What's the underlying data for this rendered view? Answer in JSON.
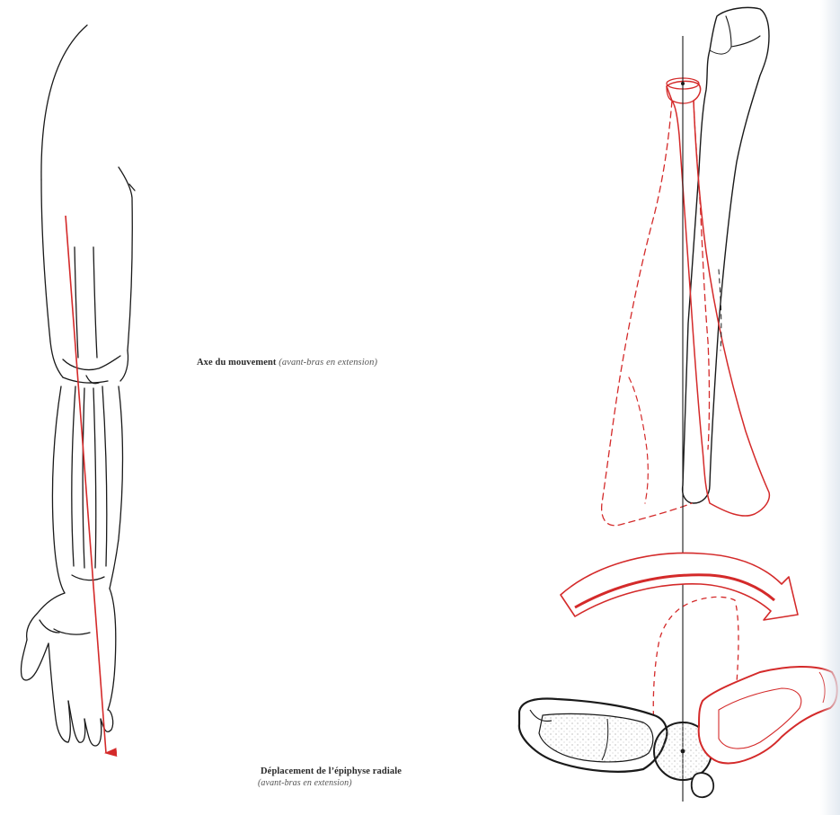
{
  "captions": {
    "axis": {
      "title": "Axe du mouvement",
      "note": "(avant-bras en extension)"
    },
    "displacement": {
      "title": "Déplacement de l’épiphyse radiale",
      "note": "(avant-bras en extension)"
    }
  },
  "colors": {
    "line": "#1a1a1a",
    "accent": "#d42a2a",
    "stipple": "#9a9a9a"
  }
}
